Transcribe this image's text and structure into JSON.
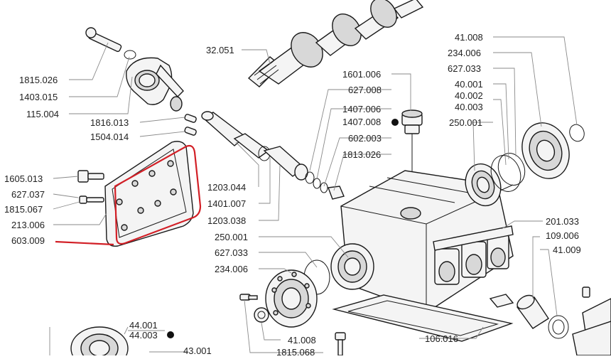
{
  "labels": {
    "l_1815_026": "1815.026",
    "l_1403_015": "1403.015",
    "l_115_004": "115.004",
    "l_1816_013": "1816.013",
    "l_1504_014": "1504.014",
    "l_1605_013": "1605.013",
    "l_627_037": "627.037",
    "l_1815_067": "1815.067",
    "l_213_006": "213.006",
    "l_603_009": "603.009",
    "l_32_051": "32.051",
    "l_1601_006": "1601.006",
    "l_627_008": "627.008",
    "l_1407_006": "1407.006",
    "l_1407_008": "1407.008",
    "l_602_003": "602.003",
    "l_1813_026": "1813.026",
    "l_1203_044": "1203.044",
    "l_1401_007": "1401.007",
    "l_1203_038": "1203.038",
    "l_250_001_c": "250.001",
    "l_627_033_c": "627.033",
    "l_234_006_c": "234.006",
    "l_41_008_top": "41.008",
    "l_234_006_top": "234.006",
    "l_627_033_top": "627.033",
    "l_40_001": "40.001",
    "l_40_002": "40.002",
    "l_40_003": "40.003",
    "l_250_001_r": "250.001",
    "l_201_033": "201.033",
    "l_109_006": "109.006",
    "l_41_009": "41.009",
    "l_44_001": "44.001",
    "l_44_003": "44.003",
    "l_43_001": "43.001",
    "l_41_008_b": "41.008",
    "l_1815_068": "1815.068",
    "l_106_016": "106.016"
  },
  "colors": {
    "highlight": "#d21f26",
    "leader": "#8a8a8a",
    "line": "#1a1a1a"
  }
}
